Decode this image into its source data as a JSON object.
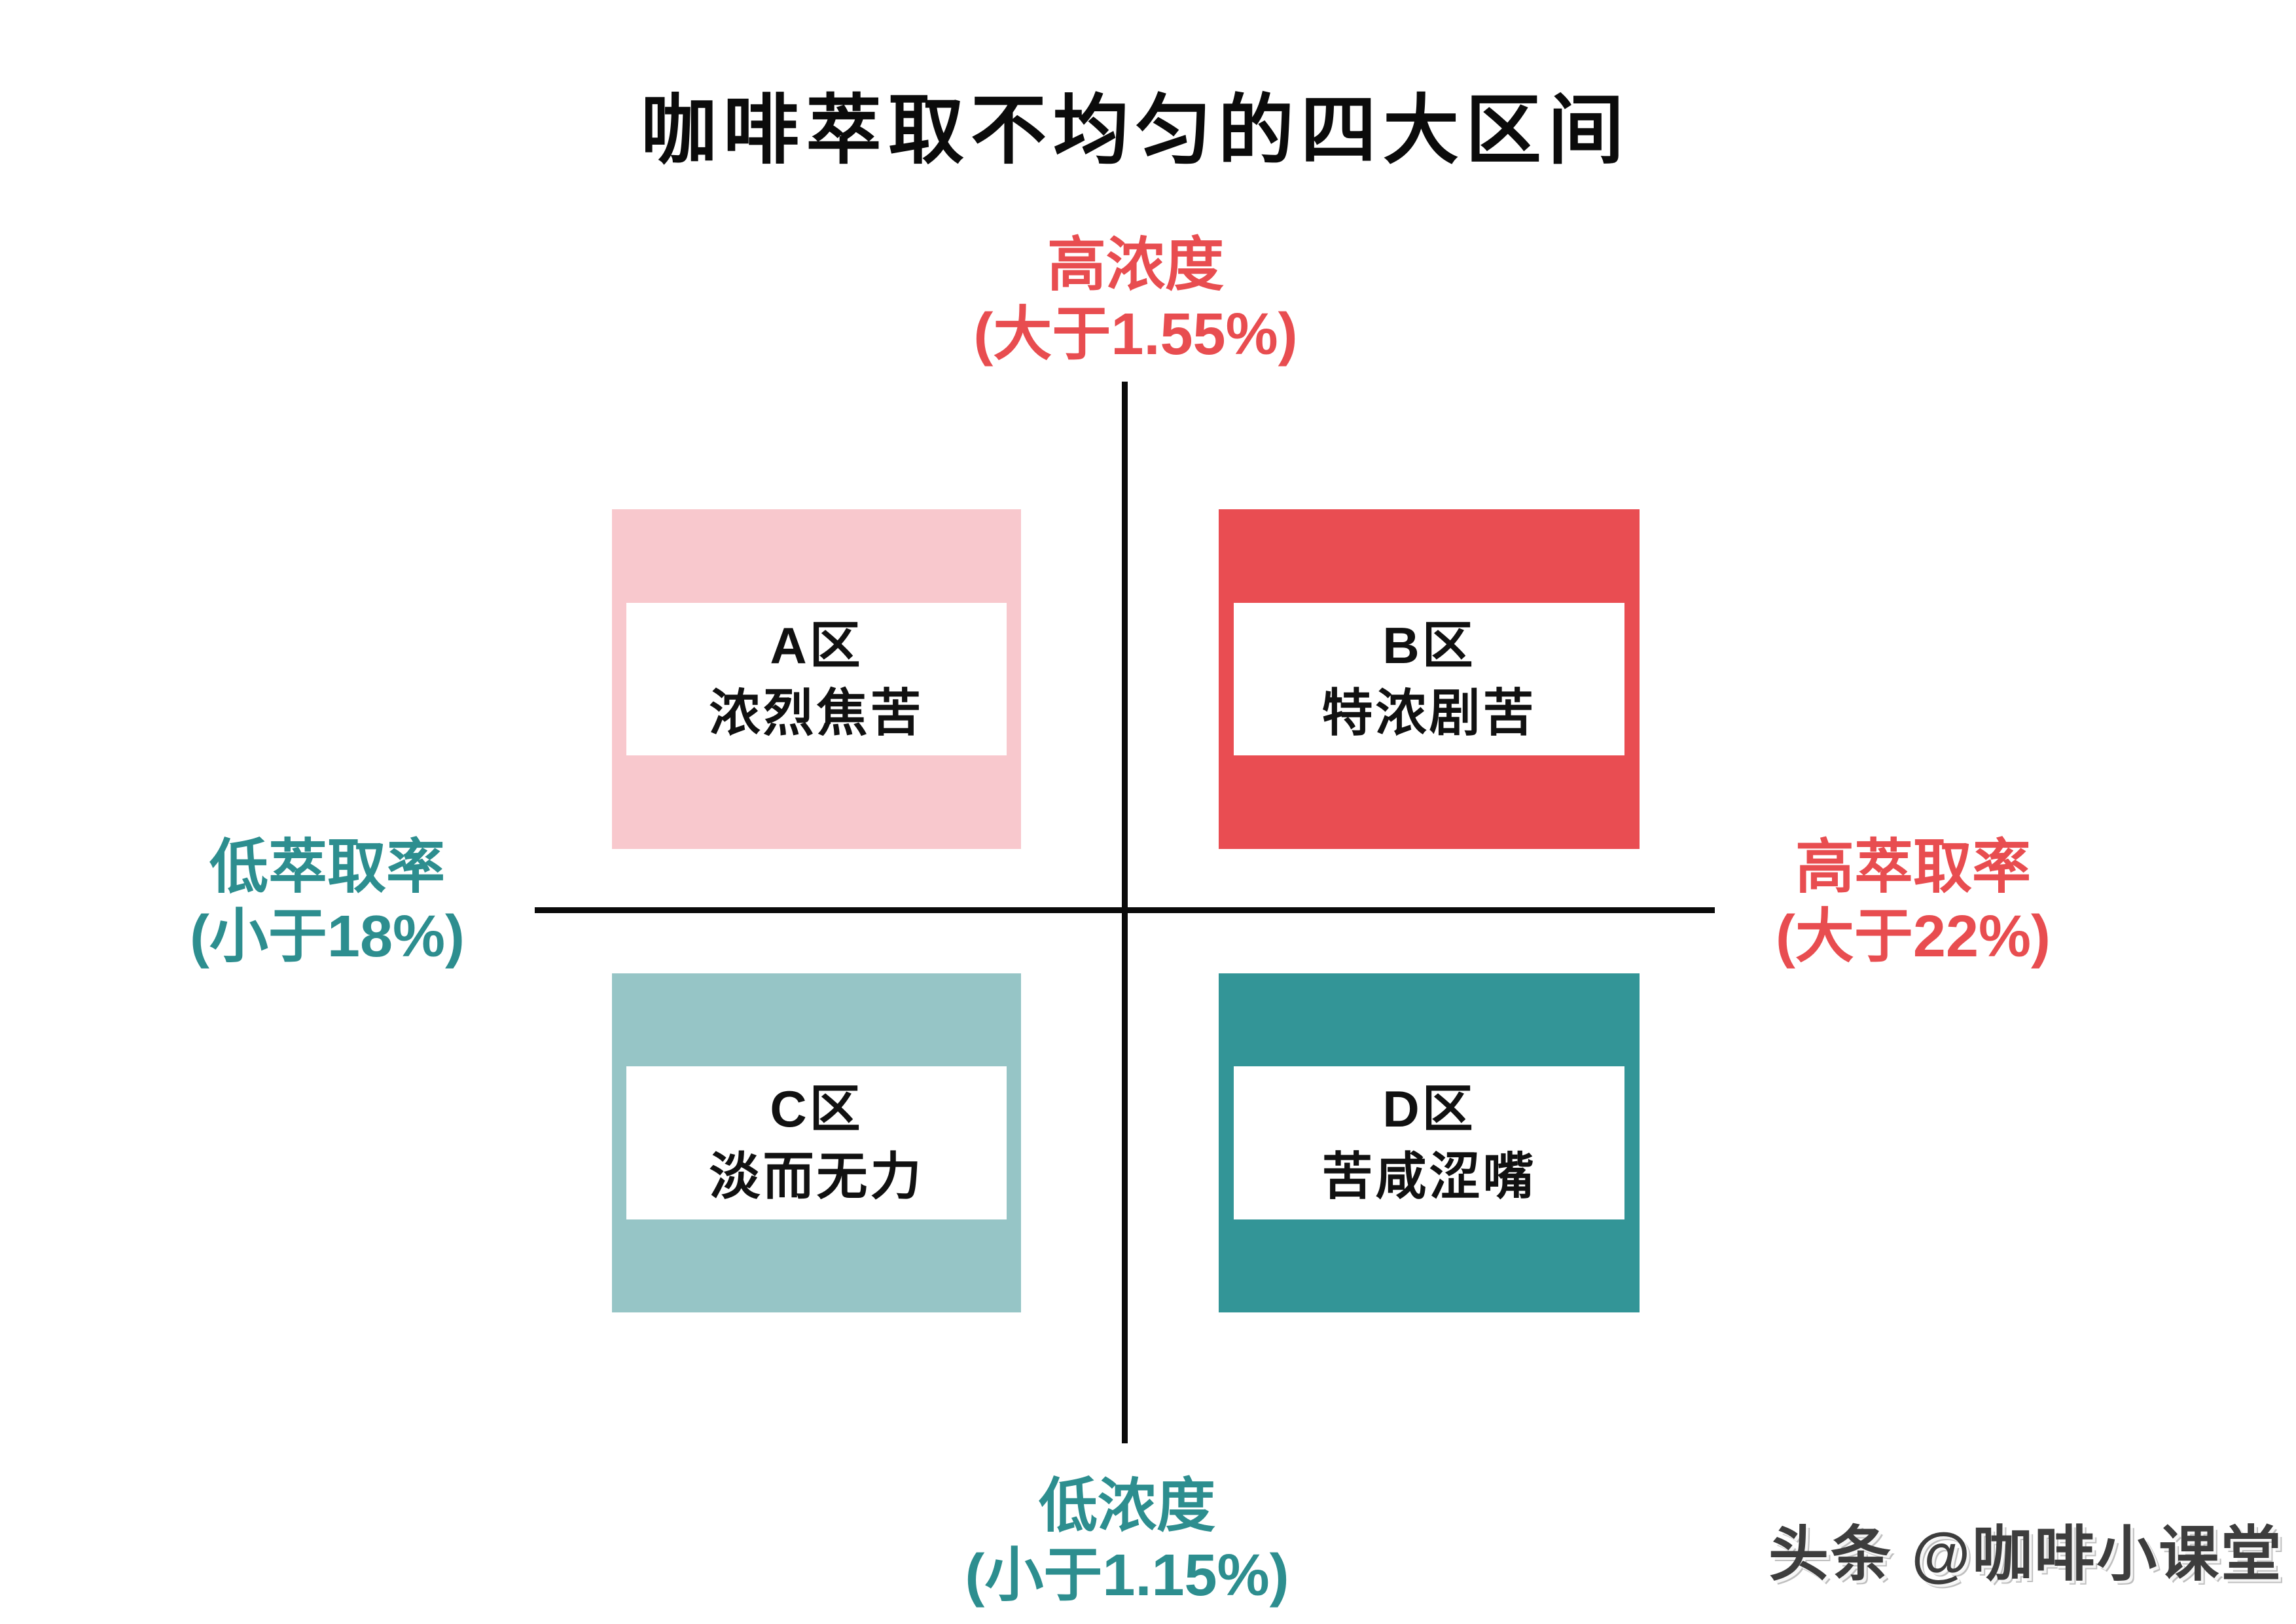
{
  "title": "咖啡萃取不均匀的四大区间",
  "axes": {
    "top": {
      "label": "高浓度",
      "threshold": "(大于1.55%)",
      "color": "#e84d50"
    },
    "bottom": {
      "label": "低浓度",
      "threshold": "(小于1.15%)",
      "color": "#2d8e8f"
    },
    "left": {
      "label": "低萃取率",
      "threshold": "(小于18%)",
      "color": "#2d8e8f"
    },
    "right": {
      "label": "高萃取率",
      "threshold": "(大于22%)",
      "color": "#e84d50"
    }
  },
  "quadrants": [
    {
      "id": "A",
      "name": "A区",
      "desc": "浓烈焦苦",
      "bg": "#f8c8cd",
      "position": "top-left"
    },
    {
      "id": "B",
      "name": "B区",
      "desc": "特浓剧苦",
      "bg": "#e94d52",
      "position": "top-right"
    },
    {
      "id": "C",
      "name": "C区",
      "desc": "淡而无力",
      "bg": "#96c5c6",
      "position": "bottom-left"
    },
    {
      "id": "D",
      "name": "D区",
      "desc": "苦咸涩嘴",
      "bg": "#339597",
      "position": "bottom-right"
    }
  ],
  "axis_line_color": "#0a0a0a",
  "watermark": "头条 @咖啡小课堂"
}
